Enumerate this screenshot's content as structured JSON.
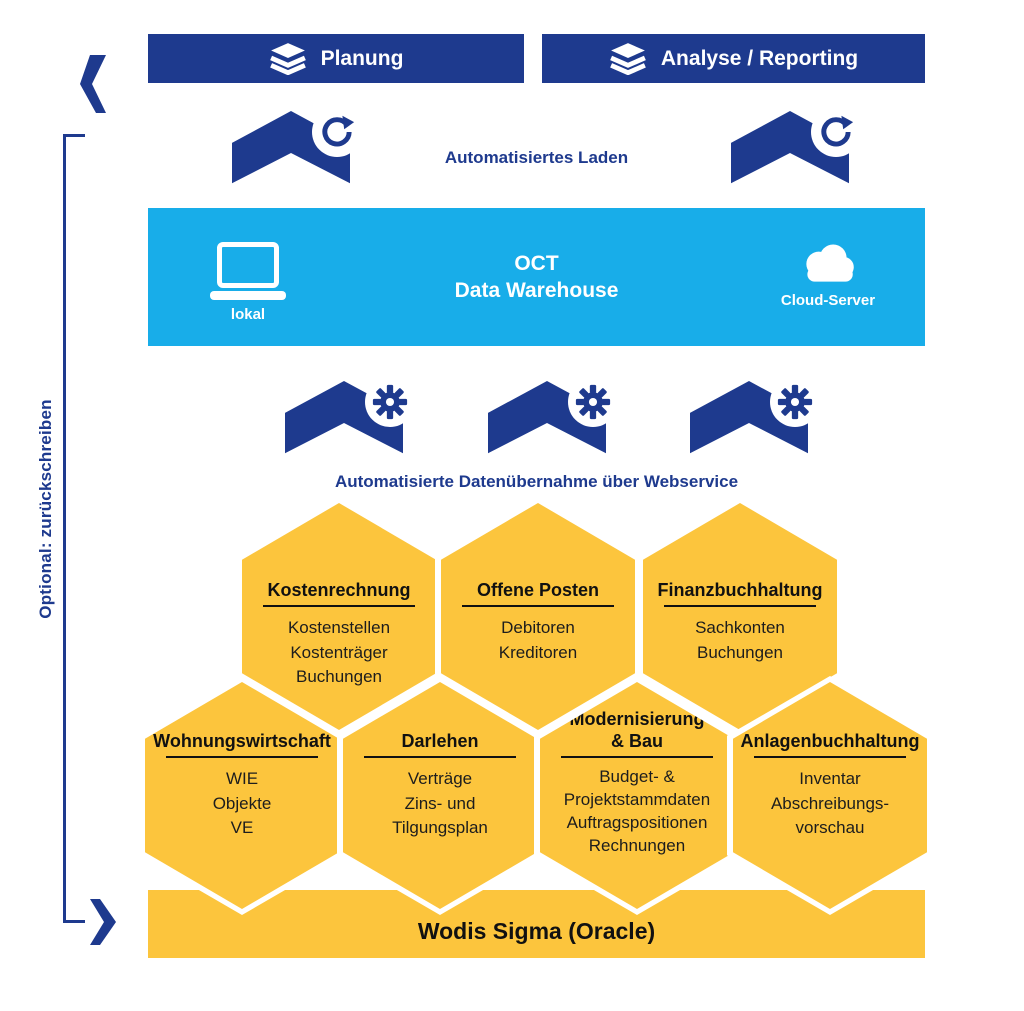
{
  "left_rail": {
    "label": "Optional: zurückschreiben"
  },
  "header": {
    "planung_label": "Planung",
    "analyse_label": "Analyse / Reporting"
  },
  "load_row": {
    "label": "Automatisiertes Laden"
  },
  "warehouse": {
    "title": "OCT\nData Warehouse",
    "local_label": "lokal",
    "cloud_label": "Cloud-Server"
  },
  "webservice_row": {
    "label": "Automatisierte Datenübernahme über Webservice"
  },
  "hexagons": {
    "row1": [
      {
        "title": "Kostenrechnung",
        "items": [
          "Kostenstellen",
          "Kostenträger",
          "Buchungen"
        ]
      },
      {
        "title": "Offene Posten",
        "items": [
          "Debitoren",
          "Kreditoren"
        ]
      },
      {
        "title": "Finanzbuchhaltung",
        "items": [
          "Sachkonten",
          "Buchungen"
        ]
      }
    ],
    "row2": [
      {
        "title": "Wohnungswirtschaft",
        "items": [
          "WIE",
          "Objekte",
          "VE"
        ]
      },
      {
        "title": "Darlehen",
        "items": [
          "Verträge",
          "Zins- und",
          "Tilgungsplan"
        ]
      },
      {
        "title": "Modernisierung & Bau",
        "items": [
          "Budget- &",
          "Projektstammdaten",
          "Auftragspositionen",
          "Rechnungen"
        ]
      },
      {
        "title": "Anlagenbuchhaltung",
        "items": [
          "Inventar",
          "Abschreibungs-",
          "vorschau"
        ]
      }
    ]
  },
  "source_bar": {
    "label": "Wodis Sigma (Oracle)"
  },
  "colors": {
    "dark_blue": "#1e3a8e",
    "cyan": "#18ade9",
    "yellow": "#fcc53d",
    "white": "#ffffff",
    "text_black": "#111111"
  }
}
